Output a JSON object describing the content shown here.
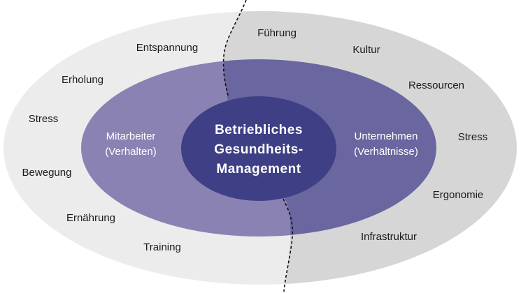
{
  "colors": {
    "outer_left": "#ececec",
    "outer_right": "#d6d6d6",
    "middle_left": "#8a82b3",
    "middle_right": "#6a66a0",
    "core": "#3e3f85",
    "divider": "#111111"
  },
  "core": {
    "line1": "Betriebliches",
    "line2": "Gesundheits-",
    "line3": "Management"
  },
  "employee": {
    "title": "Mitarbeiter",
    "subtitle": "(Verhalten)"
  },
  "company": {
    "title": "Unternehmen",
    "subtitle": "(Verhältnisse)"
  },
  "behavior_factors": [
    "Entspannung",
    "Erholung",
    "Stress",
    "Bewegung",
    "Ernährung",
    "Training"
  ],
  "conditions_factors": [
    "Führung",
    "Kultur",
    "Ressourcen",
    "Stress",
    "Ergonomie",
    "Infrastruktur"
  ]
}
